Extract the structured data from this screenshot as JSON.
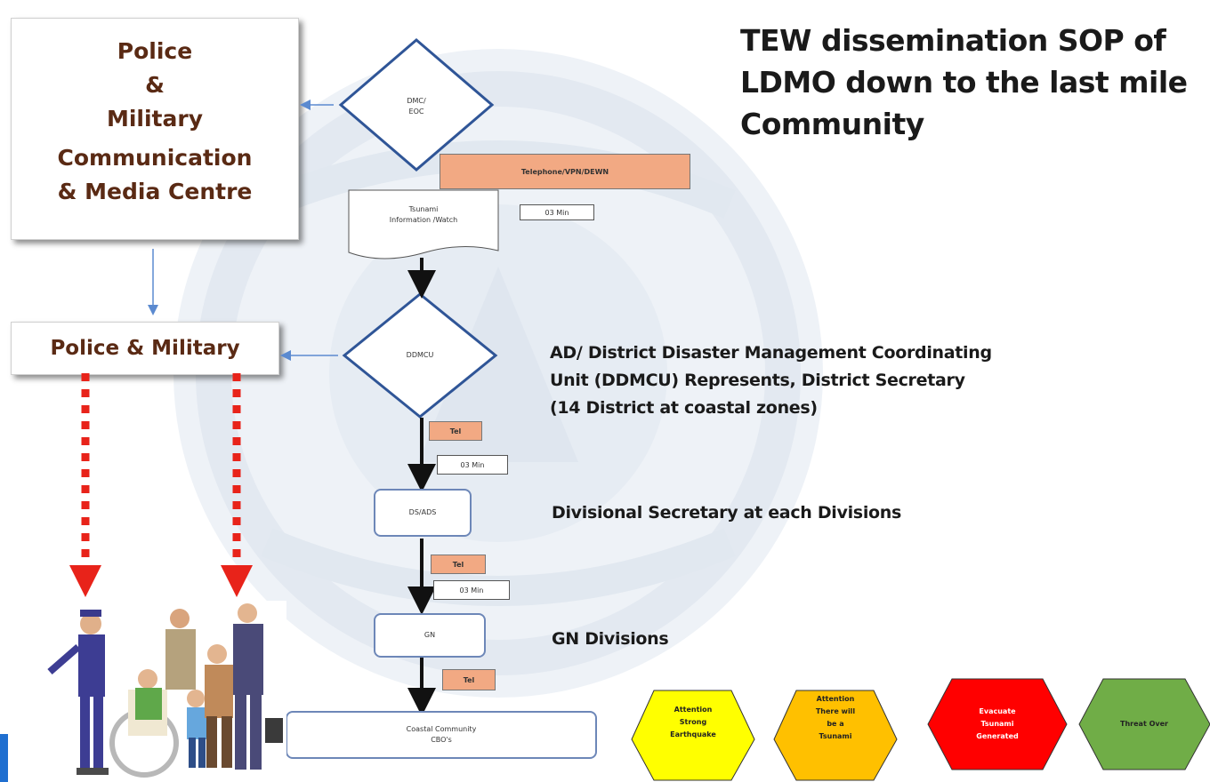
{
  "title_lines": [
    "TEW dissemination SOP of",
    "LDMO  down to the last mile",
    "Community"
  ],
  "left_box": {
    "lines": [
      "Police",
      "&",
      "Military",
      "Communication",
      "& Media Centre"
    ]
  },
  "left_small_box": "Police  & Military",
  "nodes": {
    "dmc": "DMC/\nEOC",
    "watch": "Tsunami\nInformation /Watch",
    "ddmcu": "DDMCU",
    "dsds": "DS/ADS",
    "gn": "GN",
    "coastal": "Coastal Community\nCBO's"
  },
  "channel_label": "Telephone/VPN/DEWN",
  "time_labels": [
    "03 Min",
    "03 Min",
    "03 Min"
  ],
  "tel_labels": [
    "Tel",
    "Tel",
    "Tel"
  ],
  "descriptions": {
    "ddmcu": [
      "AD/ District Disaster Management Coordinating",
      "Unit (DDMCU) Represents, District Secretary",
      "(14 District at coastal zones)"
    ],
    "dsds": "Divisional Secretary at each Divisions",
    "gn": "GN Divisions"
  },
  "alerts": [
    {
      "text": "Attention\nStrong\nEarthquake",
      "color": "#ffff00",
      "text_color": "#222222"
    },
    {
      "text": "Attention\nThere will\nbe a\nTsunami",
      "color": "#ffc000",
      "text_color": "#222222"
    },
    {
      "text": "Evacuate\nTsunami\nGenerated",
      "color": "#ff0000",
      "text_color": "#ffffff"
    },
    {
      "text": "Threat Over",
      "color": "#70ad47",
      "text_color": "#222222"
    }
  ],
  "colors": {
    "brown_text": "#5a2a14",
    "flow_blue": "#5b8ad0",
    "red_dashed": "#e8231a",
    "orange_fill": "#f2a983",
    "accent_blue": "#1f6fd0"
  },
  "icons": [
    "people-illustration",
    "emblem-watermark"
  ]
}
